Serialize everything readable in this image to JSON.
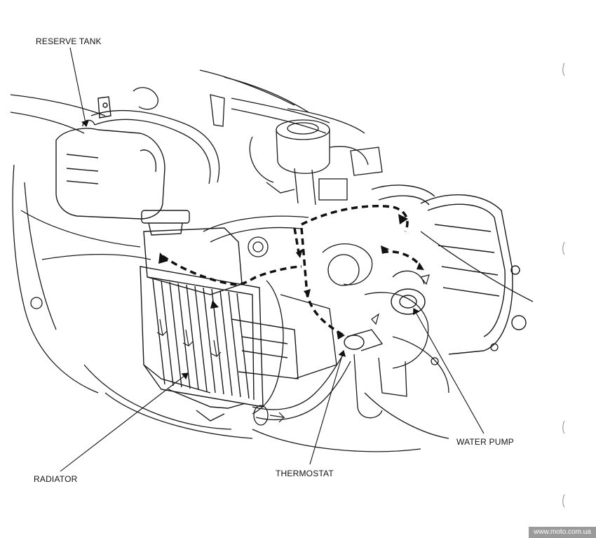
{
  "labels": {
    "reserve_tank": "RESERVE TANK",
    "radiator": "RADIATOR",
    "thermostat": "THERMOSTAT",
    "water_pump": "WATER PUMP"
  },
  "watermark": "www.moto.com.ua",
  "colors": {
    "line": "#1a1a1a",
    "flow": "#111111",
    "background": "#ffffff",
    "watermark_bg": "#9a9a9a"
  }
}
